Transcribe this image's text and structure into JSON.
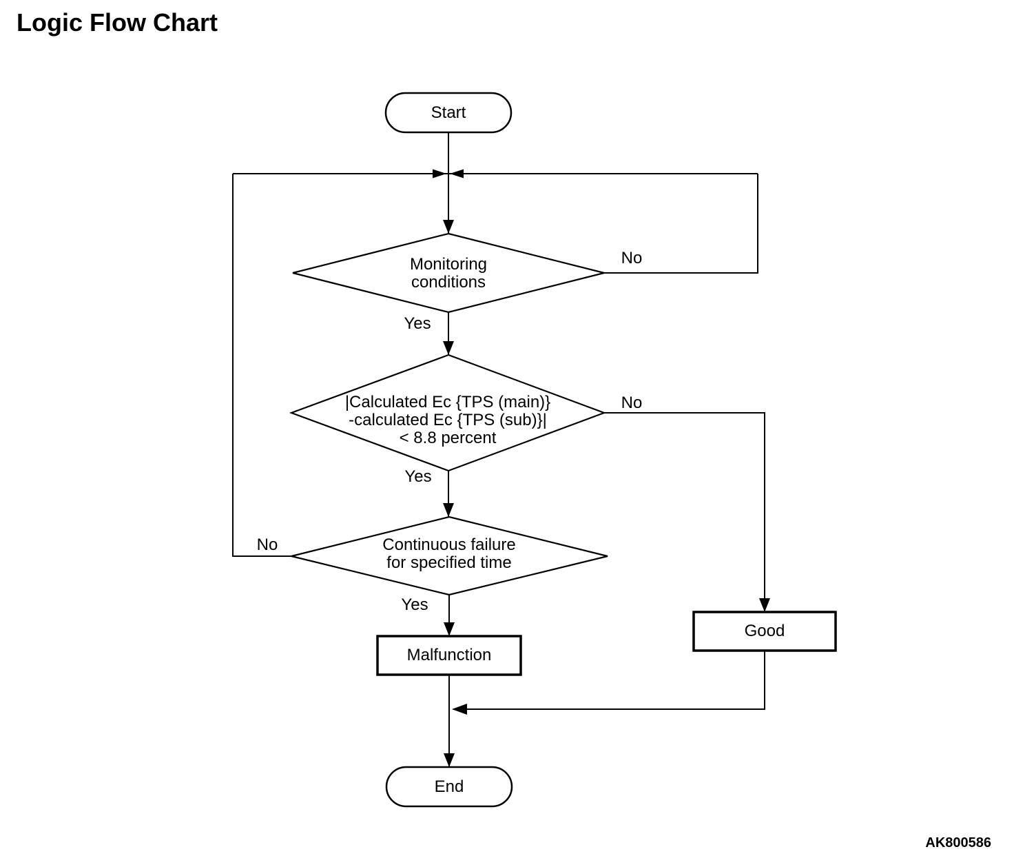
{
  "title": "Logic Flow Chart",
  "figure_code": "AK800586",
  "colors": {
    "line": "#000000",
    "text": "#000000",
    "background": "#ffffff",
    "shape_fill": "#ffffff"
  },
  "nodes": {
    "start": {
      "label": "Start"
    },
    "monitoring_conditions": {
      "label": "Monitoring\nconditions"
    },
    "calculated_ec": {
      "label": "|Calculated Ec {TPS (main)}\n-calculated Ec {TPS (sub)}|\n< 8.8 percent"
    },
    "continuous_failure": {
      "label": "Continuous failure\nfor specified time"
    },
    "malfunction": {
      "label": "Malfunction"
    },
    "good": {
      "label": "Good"
    },
    "end": {
      "label": "End"
    }
  },
  "edge_labels": {
    "monitoring_yes": "Yes",
    "monitoring_no": "No",
    "calculated_yes": "Yes",
    "calculated_no": "No",
    "continuous_yes": "Yes",
    "continuous_no": "No"
  }
}
